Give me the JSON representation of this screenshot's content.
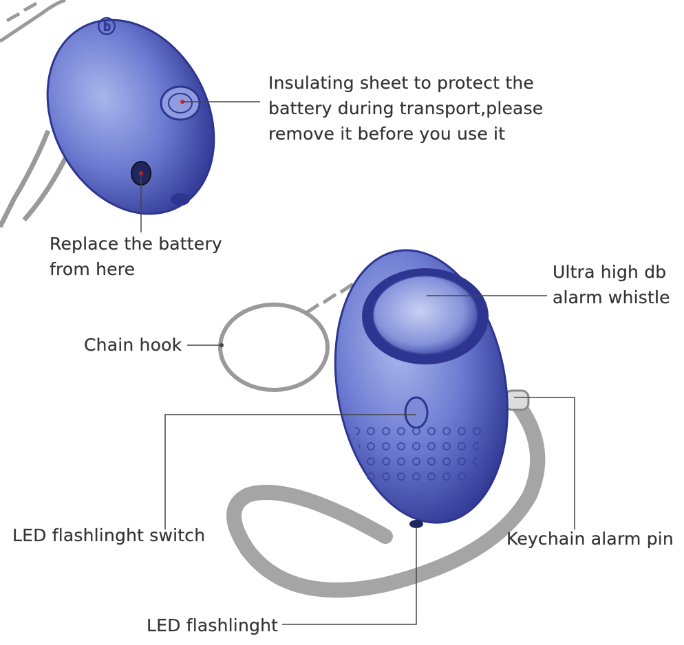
{
  "labels": {
    "insulating_sheet": "Insulating sheet to protect the\nbattery during transport,please\nremove it before you use it",
    "replace_battery": "Replace the battery\nfrom here",
    "ultra_high_db": "Ultra high db\nalarm whistle",
    "chain_hook": "Chain hook",
    "led_switch": "LED flashlinght switch",
    "keychain_pin": "Keychain alarm pin",
    "led_flashlight": "LED flashlinght"
  },
  "colors": {
    "body_blue": "#5566c4",
    "body_dark": "#2d3590",
    "body_light": "#aab5ec",
    "chain": "#9a9a9a",
    "leader_line": "#444444",
    "text": "#333333"
  }
}
